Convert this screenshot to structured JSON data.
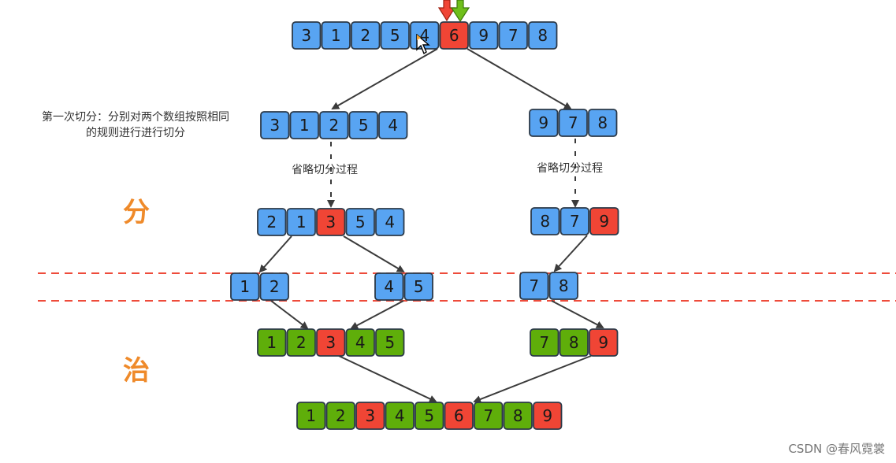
{
  "colors": {
    "blue": "#58a4f2",
    "red": "#f04535",
    "green": "#5fae0a",
    "border": "#2b3948",
    "arrow": "#3b3b3b",
    "dash_line": "#ee4b3b",
    "accent_text": "#ef8a2a"
  },
  "caption_line1": "第一次切分：分别对两个数组按照相同",
  "caption_line2": "的规则进行进行切分",
  "omitted_left": "省略切分过程",
  "omitted_right": "省略切分过程",
  "label_divide": "分",
  "label_conquer": "治",
  "watermark": "CSDN @春风霓裳",
  "pivot_arrow_icons": [
    "red-down-arrow-icon",
    "green-down-arrow-icon"
  ],
  "arrays": [
    {
      "id": "initial",
      "cells": [
        {
          "v": "3",
          "c": "blue"
        },
        {
          "v": "1",
          "c": "blue"
        },
        {
          "v": "2",
          "c": "blue"
        },
        {
          "v": "5",
          "c": "blue"
        },
        {
          "v": "4",
          "c": "blue"
        },
        {
          "v": "6",
          "c": "red"
        },
        {
          "v": "9",
          "c": "blue"
        },
        {
          "v": "7",
          "c": "blue"
        },
        {
          "v": "8",
          "c": "blue"
        }
      ]
    },
    {
      "id": "split-left",
      "cells": [
        {
          "v": "3",
          "c": "blue"
        },
        {
          "v": "1",
          "c": "blue"
        },
        {
          "v": "2",
          "c": "blue"
        },
        {
          "v": "5",
          "c": "blue"
        },
        {
          "v": "4",
          "c": "blue"
        }
      ]
    },
    {
      "id": "split-right",
      "cells": [
        {
          "v": "9",
          "c": "blue"
        },
        {
          "v": "7",
          "c": "blue"
        },
        {
          "v": "8",
          "c": "blue"
        }
      ]
    },
    {
      "id": "partition-left",
      "cells": [
        {
          "v": "2",
          "c": "blue"
        },
        {
          "v": "1",
          "c": "blue"
        },
        {
          "v": "3",
          "c": "red"
        },
        {
          "v": "5",
          "c": "blue"
        },
        {
          "v": "4",
          "c": "blue"
        }
      ]
    },
    {
      "id": "partition-right",
      "cells": [
        {
          "v": "8",
          "c": "blue"
        },
        {
          "v": "7",
          "c": "blue"
        },
        {
          "v": "9",
          "c": "red"
        }
      ]
    },
    {
      "id": "leaf-12",
      "cells": [
        {
          "v": "1",
          "c": "blue"
        },
        {
          "v": "2",
          "c": "blue"
        }
      ]
    },
    {
      "id": "leaf-45",
      "cells": [
        {
          "v": "4",
          "c": "blue"
        },
        {
          "v": "5",
          "c": "blue"
        }
      ]
    },
    {
      "id": "leaf-78",
      "cells": [
        {
          "v": "7",
          "c": "blue"
        },
        {
          "v": "8",
          "c": "blue"
        }
      ]
    },
    {
      "id": "merged-left",
      "cells": [
        {
          "v": "1",
          "c": "green"
        },
        {
          "v": "2",
          "c": "green"
        },
        {
          "v": "3",
          "c": "red"
        },
        {
          "v": "4",
          "c": "green"
        },
        {
          "v": "5",
          "c": "green"
        }
      ]
    },
    {
      "id": "merged-right",
      "cells": [
        {
          "v": "7",
          "c": "green"
        },
        {
          "v": "8",
          "c": "green"
        },
        {
          "v": "9",
          "c": "red"
        }
      ]
    },
    {
      "id": "final",
      "cells": [
        {
          "v": "1",
          "c": "green"
        },
        {
          "v": "2",
          "c": "green"
        },
        {
          "v": "3",
          "c": "red"
        },
        {
          "v": "4",
          "c": "green"
        },
        {
          "v": "5",
          "c": "green"
        },
        {
          "v": "6",
          "c": "red"
        },
        {
          "v": "7",
          "c": "green"
        },
        {
          "v": "8",
          "c": "green"
        },
        {
          "v": "9",
          "c": "red"
        }
      ]
    }
  ]
}
